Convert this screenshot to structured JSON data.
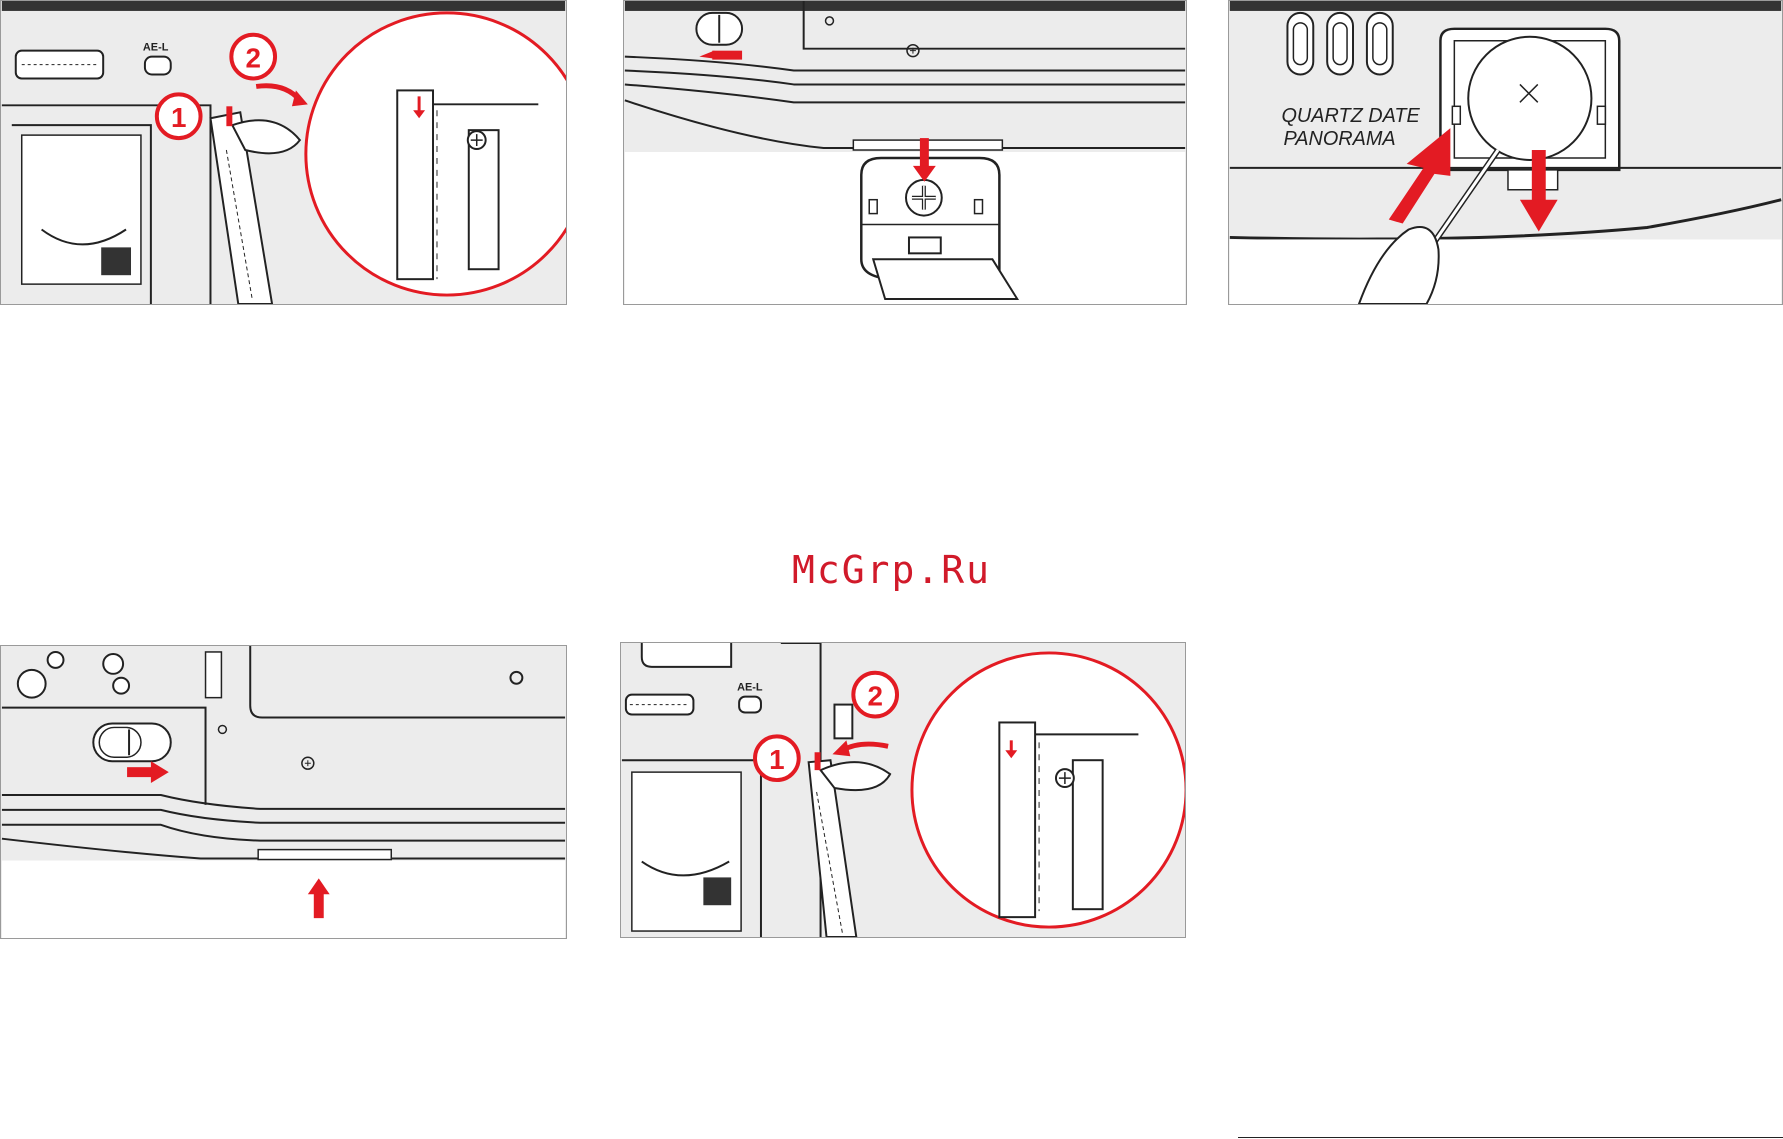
{
  "colors": {
    "accent": "#e31b23",
    "line": "#222222",
    "panel_bg": "#ececec"
  },
  "watermark": "McGrp.Ru",
  "panels": [
    {
      "name": "panel-open-back-cover",
      "callouts": [
        "1",
        "2"
      ],
      "labels": {
        "ael": "AE-L"
      }
    },
    {
      "name": "panel-remove-battery-cover",
      "labels": {}
    },
    {
      "name": "panel-replace-date-battery",
      "labels": {
        "model_line1": "QUARTZ DATE",
        "model_line2": "PANORAMA"
      }
    },
    {
      "name": "panel-slide-lock",
      "labels": {}
    },
    {
      "name": "panel-close-back-cover",
      "callouts": [
        "1",
        "2"
      ],
      "labels": {
        "ael": "AE-L"
      }
    }
  ]
}
